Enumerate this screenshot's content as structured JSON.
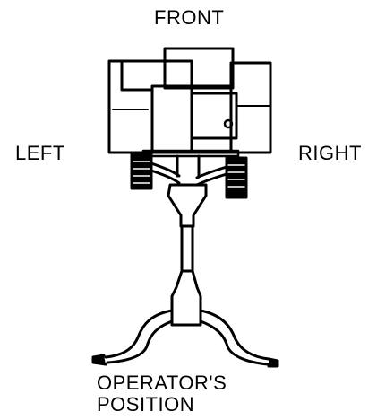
{
  "labels": {
    "front": "FRONT",
    "left": "LEFT",
    "right": "RIGHT",
    "operator_line1": "OPERATOR'S",
    "operator_line2": "POSITION"
  },
  "colors": {
    "ink": "#000000",
    "background": "#ffffff"
  }
}
